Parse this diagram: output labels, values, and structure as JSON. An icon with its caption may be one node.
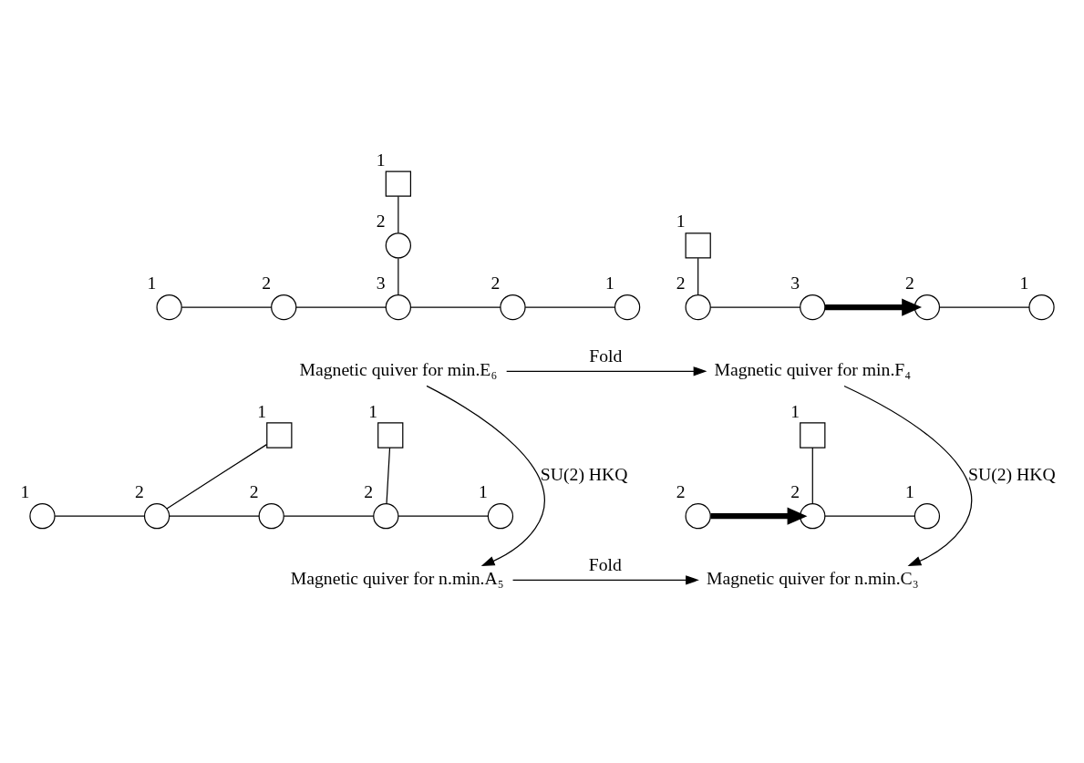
{
  "diagram": {
    "nodes": [
      {
        "text": [
          "Magnetic quiver for min.E₆"
        ]
      },
      {
        "text": [],
        "shape": "box",
        "beside": [
          "1"
        ]
      },
      {
        "text": [],
        "shape": "circle",
        "beside": [
          "2"
        ]
      },
      {
        "text": [],
        "shape": "circle",
        "beside": [
          "1"
        ]
      },
      {
        "text": [],
        "shape": "circle",
        "beside": [
          "2"
        ]
      },
      {
        "text": [],
        "shape": "circle",
        "beside": [
          "3"
        ]
      },
      {
        "text": [],
        "shape": "circle",
        "beside": [
          "2"
        ]
      },
      {
        "text": [],
        "shape": "circle",
        "beside": [
          "1"
        ]
      },
      {
        "text": [
          "Magnetic quiver for min.F₄"
        ]
      },
      {
        "text": [],
        "shape": "box",
        "beside": [
          "1"
        ]
      },
      {
        "text": [],
        "shape": "circle",
        "beside": [
          "2"
        ]
      },
      {
        "text": [],
        "shape": "circle",
        "beside": [
          "3"
        ]
      },
      {
        "text": [],
        "shape": "circle",
        "beside": [
          "2"
        ]
      },
      {
        "text": [],
        "shape": "circle",
        "beside": [
          "1"
        ]
      },
      {
        "text": [
          "Magnetic quiver for n.min.A₅"
        ]
      },
      {
        "text": [],
        "shape": "box",
        "beside": [
          "1"
        ]
      },
      {
        "text": [],
        "shape": "box",
        "beside": [
          "1"
        ]
      },
      {
        "text": [],
        "shape": "circle",
        "beside": [
          "1"
        ]
      },
      {
        "text": [],
        "shape": "circle",
        "beside": [
          "2"
        ]
      },
      {
        "text": [],
        "shape": "circle",
        "beside": [
          "2"
        ]
      },
      {
        "text": [],
        "shape": "circle",
        "beside": [
          "2"
        ]
      },
      {
        "text": [],
        "shape": "circle",
        "beside": [
          "1"
        ]
      },
      {
        "text": [
          "Magnetic quiver for n.min.C₃"
        ]
      },
      {
        "text": [],
        "shape": "box",
        "beside": [
          "1"
        ]
      },
      {
        "text": [],
        "shape": "circle",
        "beside": [
          "2"
        ]
      },
      {
        "text": [],
        "shape": "circle",
        "beside": [
          "2"
        ]
      },
      {
        "text": [],
        "shape": "circle",
        "beside": [
          "1"
        ]
      }
    ],
    "edges": [
      {
        "from": 1,
        "to": 2,
        "arrow": "none"
      },
      {
        "from": 2,
        "to": 5,
        "arrow": "none"
      },
      {
        "from": 3,
        "to": 4,
        "arrow": "none"
      },
      {
        "from": 4,
        "to": 5,
        "arrow": "none"
      },
      {
        "from": 5,
        "to": 6,
        "arrow": "none"
      },
      {
        "from": 6,
        "to": 7,
        "arrow": "none"
      },
      {
        "from": 9,
        "to": 10,
        "arrow": "none"
      },
      {
        "from": 10,
        "to": 11,
        "arrow": "none"
      },
      {
        "from": 11,
        "to": 12,
        "arrow": "to",
        "style": "thick"
      },
      {
        "from": 12,
        "to": 13,
        "arrow": "none"
      },
      {
        "from": 15,
        "to": 18,
        "arrow": "none"
      },
      {
        "from": 16,
        "to": 20,
        "arrow": "none"
      },
      {
        "from": 17,
        "to": 18,
        "arrow": "none"
      },
      {
        "from": 18,
        "to": 19,
        "arrow": "none"
      },
      {
        "from": 19,
        "to": 20,
        "arrow": "none"
      },
      {
        "from": 20,
        "to": 21,
        "arrow": "none"
      },
      {
        "from": 23,
        "to": 25,
        "arrow": "none"
      },
      {
        "from": 24,
        "to": 25,
        "arrow": "to",
        "style": "thick"
      },
      {
        "from": 25,
        "to": 26,
        "arrow": "none"
      },
      {
        "from": 0,
        "to": 8,
        "arrow": "to",
        "label": "Fold"
      },
      {
        "from": 0,
        "to": 14,
        "arrow": "to",
        "label": "SU(2) HKQ"
      },
      {
        "from": 8,
        "to": 22,
        "arrow": "to",
        "label": "SU(2) HKQ"
      },
      {
        "from": 14,
        "to": 22,
        "arrow": "to",
        "label": "Fold"
      }
    ]
  }
}
